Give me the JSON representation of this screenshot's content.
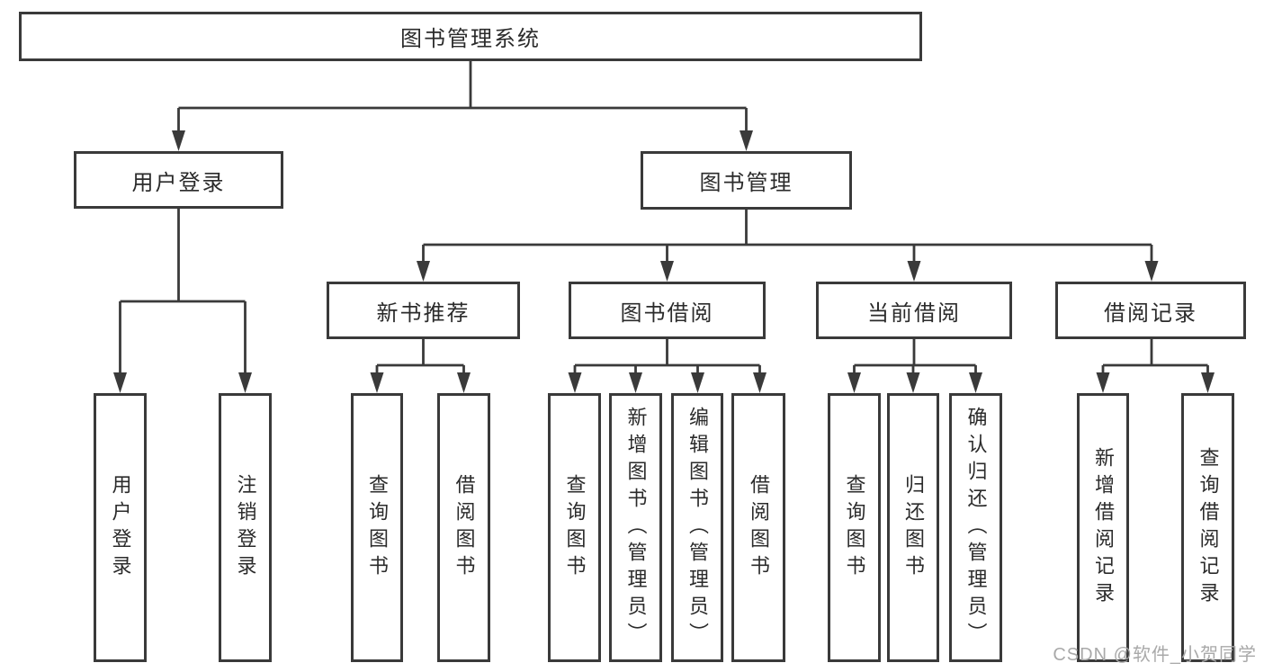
{
  "diagram": {
    "type": "hierarchy-diagram",
    "root": {
      "label": "图书管理系统"
    },
    "level2": [
      {
        "label": "用户登录",
        "children": [
          {
            "label": "用户登录"
          },
          {
            "label": "注销登录"
          }
        ]
      },
      {
        "label": "图书管理",
        "children": [
          {
            "label": "新书推荐",
            "children": [
              {
                "label": "查询图书"
              },
              {
                "label": "借阅图书"
              }
            ]
          },
          {
            "label": "图书借阅",
            "children": [
              {
                "label": "查询图书"
              },
              {
                "label": "新增图书（管理员）"
              },
              {
                "label": "编辑图书（管理员）"
              },
              {
                "label": "借阅图书"
              }
            ]
          },
          {
            "label": "当前借阅",
            "children": [
              {
                "label": "查询图书"
              },
              {
                "label": "归还图书"
              },
              {
                "label": "确认归还（管理员）"
              }
            ]
          },
          {
            "label": "借阅记录",
            "children": [
              {
                "label": "新增借阅记录"
              },
              {
                "label": "查询借阅记录"
              }
            ]
          }
        ]
      }
    ]
  },
  "watermark": {
    "text": "CSDN @软件_小贺同学"
  },
  "colors": {
    "line": "#3a3a3a",
    "box_border": "#3a3a3a",
    "text": "#2b2b2b",
    "watermark": "#a9a9a9",
    "background": "#ffffff"
  }
}
